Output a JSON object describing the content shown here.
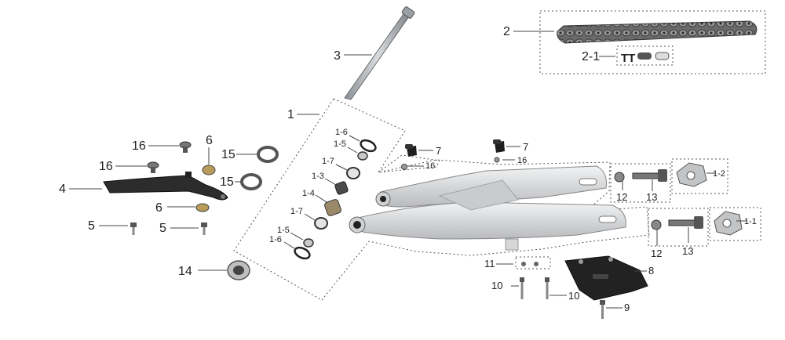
{
  "labels": {
    "chain": "2",
    "chain_link": "2-1",
    "axle": "3",
    "swingarm_assy": "1",
    "seal_top": "1-6",
    "washer_top": "1-5",
    "bearing_top": "1-7",
    "collar": "1-3",
    "bushing": "1-4",
    "bearing_bot": "1-7",
    "washer_bot": "1-5",
    "seal_bot": "1-6",
    "bolt16_a": "16",
    "bolt16_b": "16",
    "spacer6_a": "6",
    "spacer6_b": "6",
    "washer15_a": "15",
    "washer15_b": "15",
    "slider": "4",
    "screw5_a": "5",
    "screw5_b": "5",
    "nut14": "14",
    "bumper7_a": "7",
    "bumper7_b": "7",
    "screw16_c": "16",
    "screw16_d": "16",
    "nut12_a": "12",
    "bolt13_a": "13",
    "adjuster_a": "1-2",
    "nut12_b": "12",
    "bolt13_b": "13",
    "adjuster_b": "1-1",
    "nut11": "11",
    "guide": "8",
    "bolt10_a": "10",
    "bolt10_b": "10",
    "bolt9": "9"
  },
  "colors": {
    "aluminum": "#d9dadb",
    "dark_part": "#2b2b2b",
    "chain": "#5a5a5a",
    "brass": "#b89a5a"
  }
}
